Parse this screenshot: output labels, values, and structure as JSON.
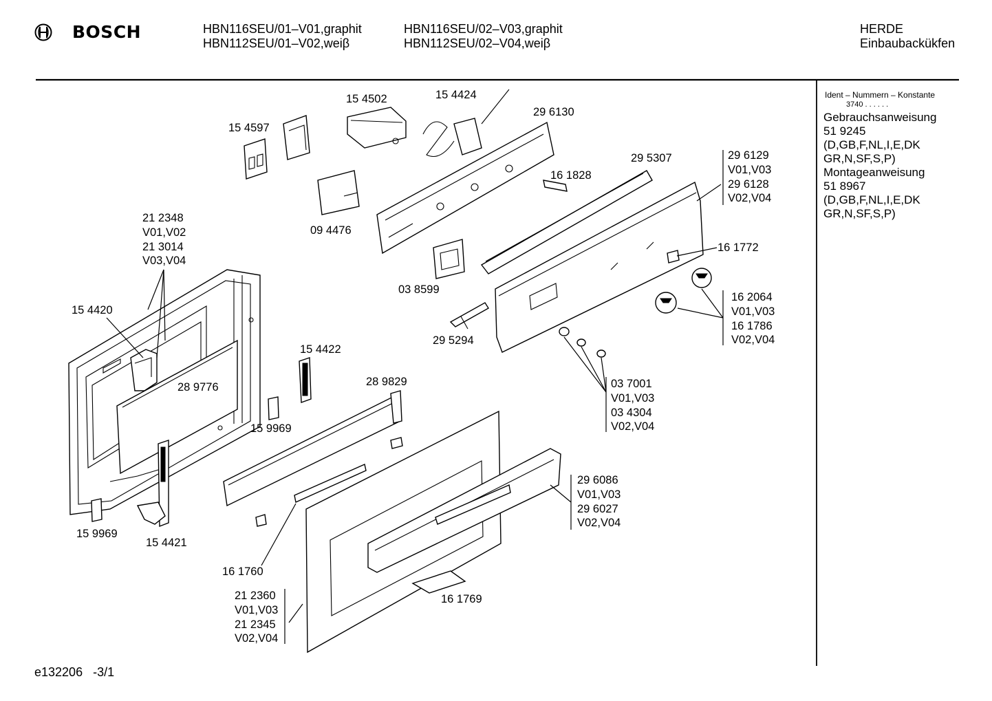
{
  "header": {
    "brand": "BOSCH",
    "models_col1": [
      "HBN116SEU/01–V01,graphit",
      "HBN112SEU/01–V02,weiβ"
    ],
    "models_col2": [
      "HBN116SEU/02–V03,graphit",
      "HBN112SEU/02–V04,weiβ"
    ],
    "category": [
      "HERDE",
      "Einbaubackükfen"
    ]
  },
  "sidebar": {
    "ident_title": "Ident – Nummern – Konstante",
    "ident_value": "3740 . . . . . .",
    "lines": [
      "Gebrauchsanweisung",
      "51 9245",
      "(D,GB,F,NL,I,E,DK",
      "GR,N,SF,S,P)",
      "Montageanweisung",
      "51 8967",
      "(D,GB,F,NL,I,E,DK",
      "GR,N,SF,S,P)"
    ]
  },
  "footer": {
    "code": "e132206   -3/1"
  },
  "parts": {
    "p154597": "15 4597",
    "p154502": "15 4502",
    "p154424": "15 4424",
    "p296130": "29 6130",
    "p295307": "29 5307",
    "p161828": "16 1828",
    "p094476": "09 4476",
    "p038599": "03 8599",
    "p161772": "16 1772",
    "p295294": "29 5294",
    "p154420": "15 4420",
    "p289776": "28 9776",
    "p154422": "15 4422",
    "p289829": "28 9829",
    "p159969a": "15 9969",
    "p159969b": "15 9969",
    "p154421": "15 4421",
    "p161760": "16 1760",
    "p161769": "16 1769",
    "group_212348": [
      "21 2348",
      "V01,V02",
      "21 3014",
      "V03,V04"
    ],
    "group_296129": [
      "29 6129",
      "V01,V03",
      "29 6128",
      "V02,V04"
    ],
    "group_162064": [
      "16 2064",
      "V01,V03",
      "16 1786",
      "V02,V04"
    ],
    "group_037001": [
      "03 7001",
      "V01,V03",
      "03 4304",
      "V02,V04"
    ],
    "group_296086": [
      "29 6086",
      "V01,V03",
      "29 6027",
      "V02,V04"
    ],
    "group_212360": [
      "21 2360",
      "V01,V03",
      "21 2345",
      "V02,V04"
    ]
  }
}
